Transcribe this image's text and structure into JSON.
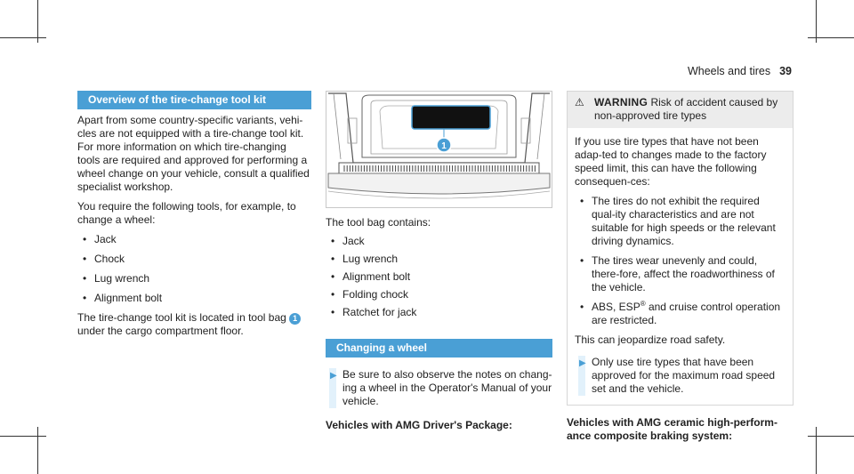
{
  "header": {
    "section": "Wheels and tires",
    "page_number": "39"
  },
  "col1": {
    "heading": "Overview of the tire-change tool kit",
    "intro": "Apart from some country-specific variants, vehi-cles are not equipped with a tire-change tool kit. For more information on which tire-changing tools are required and approved for performing a wheel change on your vehicle, consult a qualified specialist workshop.",
    "requirement": "You require the following tools, for example, to change a wheel:",
    "tools": [
      "Jack",
      "Chock",
      "Lug wrench",
      "Alignment bolt"
    ],
    "location_before": "The tire-change tool kit is located in tool bag",
    "location_callout": "1",
    "location_after": "under the cargo compartment floor."
  },
  "col2": {
    "figure_callout": "1",
    "bag_contains": "The tool bag contains:",
    "bag_items": [
      "Jack",
      "Lug wrench",
      "Alignment bolt",
      "Folding chock",
      "Ratchet for jack"
    ],
    "heading": "Changing a wheel",
    "note": "Be sure to also observe the notes on chang-ing a wheel in the Operator's Manual of your vehicle.",
    "subhead": "Vehicles with AMG Driver's Package:"
  },
  "col3": {
    "warning_label": "WARNING",
    "warning_title": "Risk of accident caused by non-approved tire types",
    "warning_text": "If you use tire types that have not been adap-ted to changes made to the factory speed limit, this can have the following consequen-ces:",
    "consequences": [
      "The tires do not exhibit the required qual-ity characteristics and are not suitable for high speeds or the relevant driving dynamics.",
      "The tires wear unevenly and could, there-fore, affect the roadworthiness of the vehicle."
    ],
    "abs_prefix": "ABS, ESP",
    "abs_reg": "®",
    "abs_suffix": "and cruise control operation are restricted.",
    "hazard": "This can jeopardize road safety.",
    "instruction": "Only use tire types that have been approved for the maximum road speed set and the vehicle.",
    "subhead": "Vehicles with AMG ceramic high-perform-ance composite braking system:"
  }
}
